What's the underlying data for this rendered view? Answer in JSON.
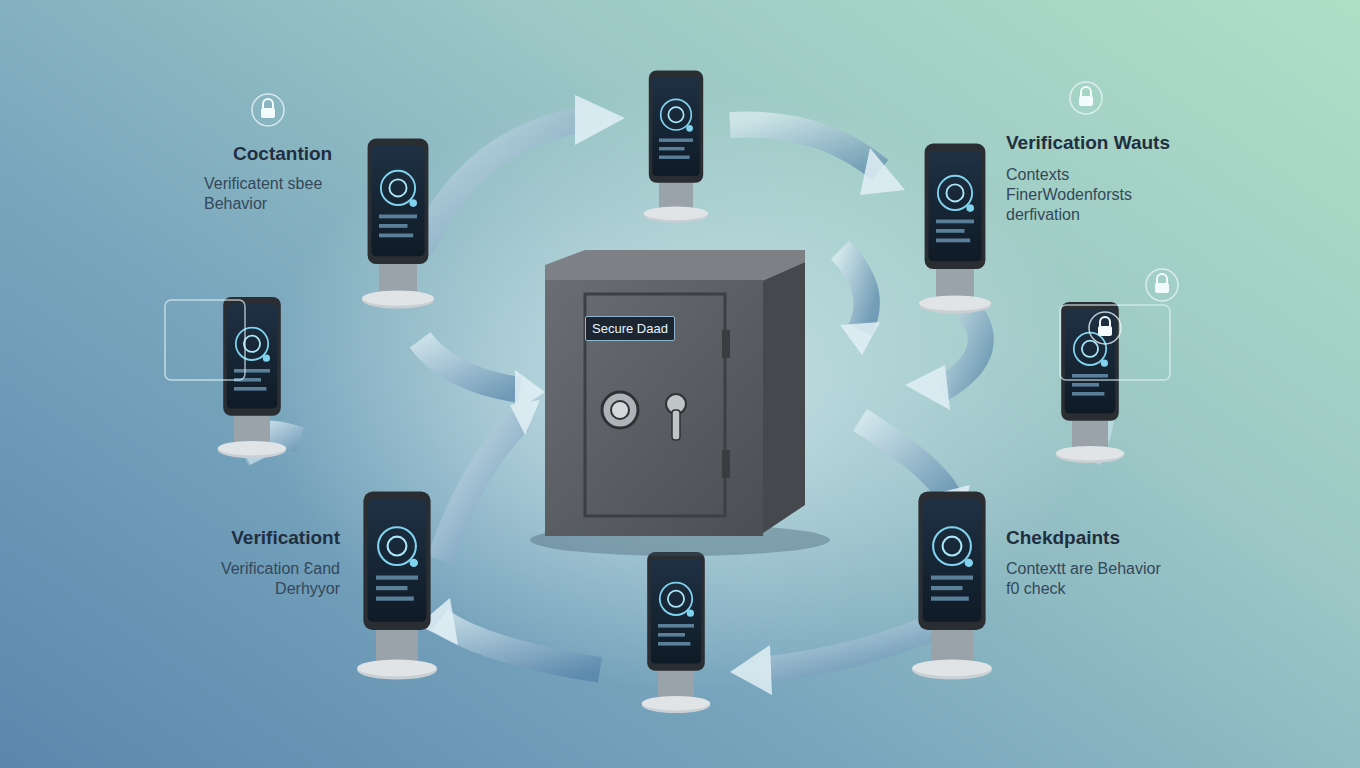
{
  "diagram": {
    "nodes": [
      {
        "text": [
          "Secure Daad"
        ]
      }
    ],
    "labels": [
      "Coctantion",
      "Verificatent sbee Behavior",
      "Verification Wauts",
      "Contexts FinerWodenforsts derfivation",
      "Verificationt",
      "Verification Ɛand Derhyyor",
      "Chekdpaints",
      "Contextt are Behavior f0 check"
    ]
  }
}
